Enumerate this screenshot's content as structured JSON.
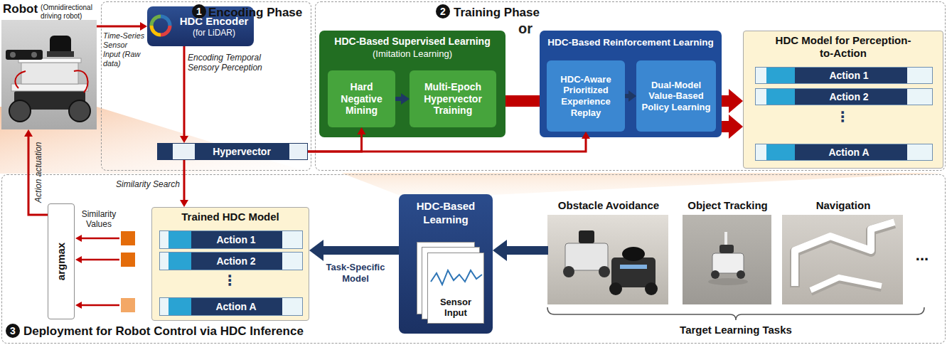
{
  "diagram": {
    "nodes": [
      {
        "text": [
          "Robot",
          "(Omnidirectional driving robot)"
        ]
      },
      {
        "text": [
          "Encoding Phase"
        ]
      },
      {
        "text": [
          "HDC Encoder",
          "(for LiDAR)"
        ],
        "in": 1
      },
      {
        "text": [
          "Hypervector"
        ],
        "in": 1
      },
      {
        "text": [
          "Training Phase"
        ]
      },
      {
        "text": [
          "HDC-Based Supervised Learning",
          "(Imitation Learning)"
        ],
        "in": 4
      },
      {
        "text": [
          "Hard Negative Mining"
        ],
        "in": 5
      },
      {
        "text": [
          "Multi-Epoch Hypervector Training"
        ],
        "in": 5
      },
      {
        "text": [
          "HDC-Based Reinforcement Learning"
        ],
        "in": 4
      },
      {
        "text": [
          "HDC-Aware Prioritized Experience Replay"
        ],
        "in": 8
      },
      {
        "text": [
          "Dual-Model Value-Based Policy Learning"
        ],
        "in": 8
      },
      {
        "text": [
          "HDC Model for Perception-to-Action"
        ],
        "in": 4
      },
      {
        "text": [
          "Action 1"
        ],
        "in": 11
      },
      {
        "text": [
          "Action 2"
        ],
        "in": 11
      },
      {
        "text": [
          "Action A"
        ],
        "in": 11
      },
      {
        "text": [
          "Deployment for Robot Control via HDC Inference"
        ]
      },
      {
        "text": [
          "argmax"
        ],
        "in": 15
      },
      {
        "text": [
          "Trained HDC Model"
        ],
        "in": 15
      },
      {
        "text": [
          "Action 1"
        ],
        "in": 17
      },
      {
        "text": [
          "Action 2"
        ],
        "in": 17
      },
      {
        "text": [
          "Action A"
        ],
        "in": 17
      },
      {
        "text": [
          "HDC-Based Learning"
        ],
        "in": 15
      },
      {
        "text": [
          "Sensor Input"
        ],
        "in": 21
      },
      {
        "text": [
          "Obstacle Avoidance"
        ],
        "in": 15
      },
      {
        "text": [
          "Object Tracking"
        ],
        "in": 15
      },
      {
        "text": [
          "Navigation"
        ],
        "in": 15
      }
    ],
    "edges": [
      {
        "from": 0,
        "to": 2,
        "arrow": "to",
        "label": "Time-Series Sensor Input (Raw data)"
      },
      {
        "from": 2,
        "to": 3,
        "arrow": "to",
        "label": "Encoding Temporal Sensory Perception"
      },
      {
        "from": 3,
        "to": 6,
        "arrow": "to"
      },
      {
        "from": 3,
        "to": 9,
        "arrow": "to"
      },
      {
        "from": 6,
        "to": 7,
        "arrow": "to"
      },
      {
        "from": 9,
        "to": 10,
        "arrow": "to"
      },
      {
        "from": 5,
        "to": 11,
        "arrow": "to"
      },
      {
        "from": 8,
        "to": 11,
        "arrow": "to"
      },
      {
        "from": 3,
        "to": 17,
        "arrow": "to",
        "label": "Similarity Search"
      },
      {
        "from": 16,
        "to": 0,
        "arrow": "to",
        "label": "Action actuation"
      },
      {
        "from": 21,
        "to": 17,
        "arrow": "to",
        "label": "Task-Specific Model"
      },
      {
        "from": 23,
        "to": 21,
        "arrow": "to"
      }
    ],
    "labels": [
      "1",
      "2",
      "3",
      "or",
      "Similarity Values",
      "⋮",
      "⋮",
      "...",
      "Target Learning Tasks"
    ]
  }
}
